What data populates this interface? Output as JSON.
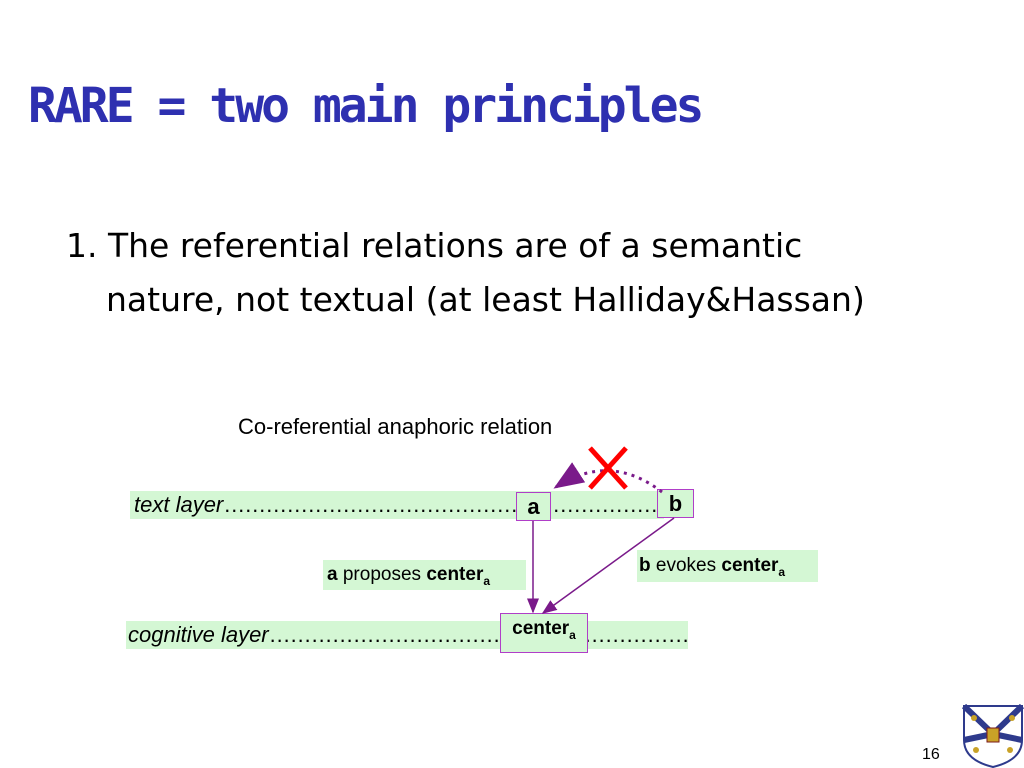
{
  "title": "RARE = two main principles",
  "bullet": {
    "line1": "1. The referential relations are of a semantic",
    "line2": "nature, not textual (at least Halliday&Hassan)"
  },
  "diagram": {
    "caption": "Co-referential anaphoric relation",
    "text_layer_label": "text layer",
    "text_layer_dots": "………………………………………………………………………………",
    "cognitive_layer_label": "cognitive layer",
    "cognitive_layer_dots": "……………………………………………………………………………",
    "box_a": "a",
    "box_b": "b",
    "box_center": "center",
    "box_center_sub": "a",
    "label_a": {
      "bold1": "a",
      "text": " proposes ",
      "bold2": "center",
      "sub": "a"
    },
    "label_b": {
      "bold1": "b",
      "text": " evokes ",
      "bold2": "center",
      "sub": "a"
    },
    "arrow_color": "#7a1a8a",
    "cross_color": "#ff0000"
  },
  "page_number": "16"
}
